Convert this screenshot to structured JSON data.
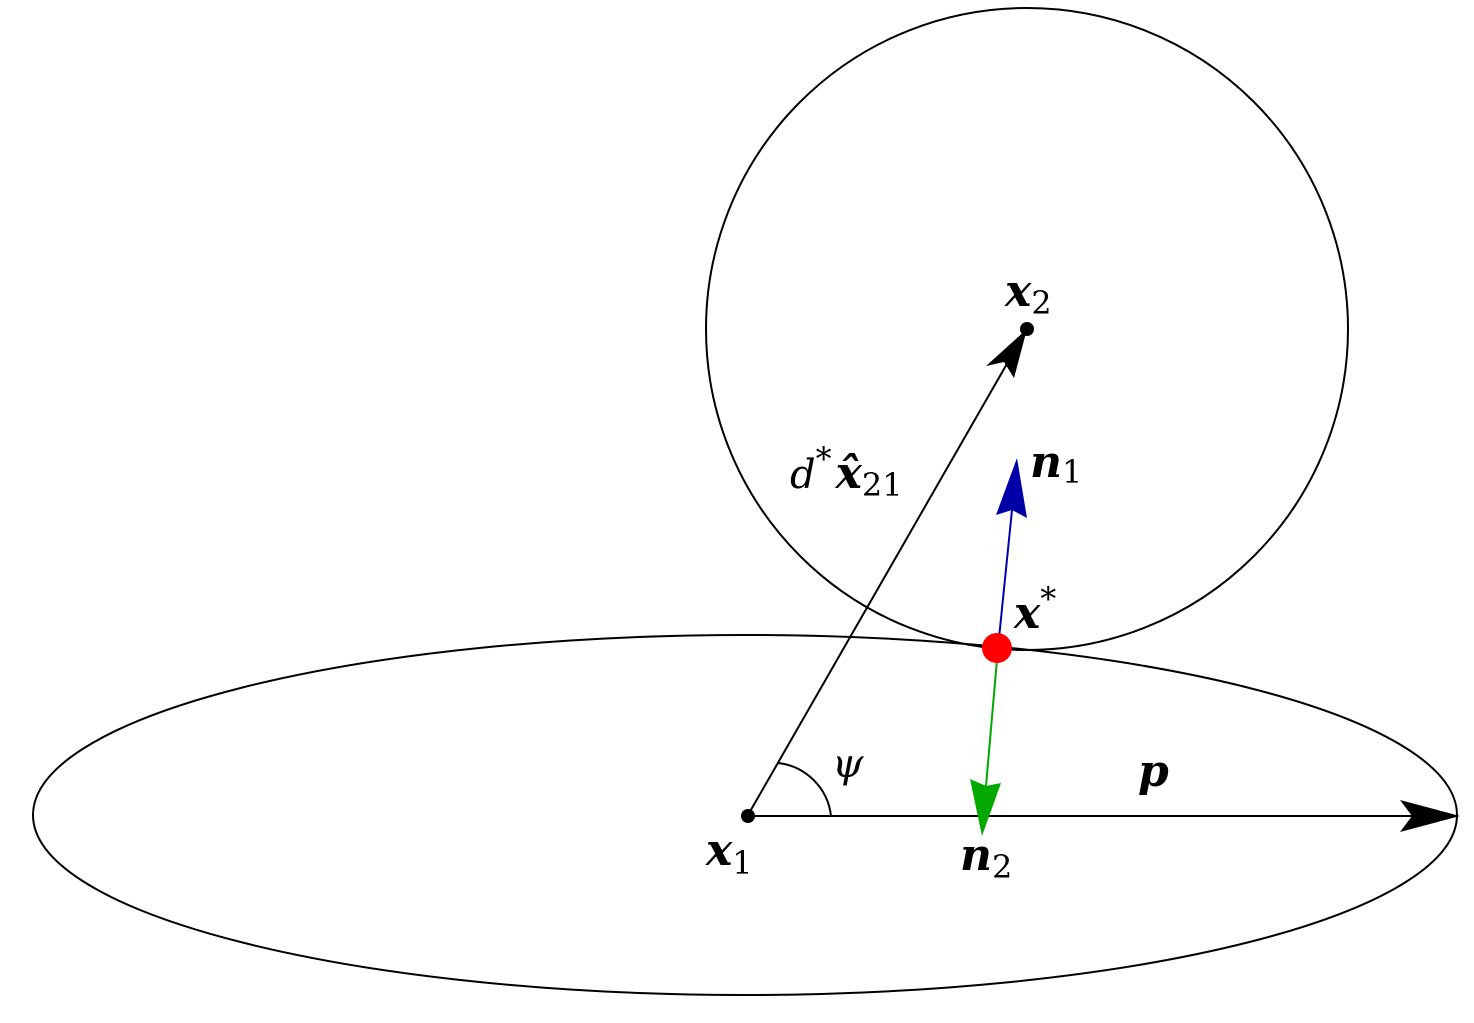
{
  "labels": {
    "x2": {
      "main": "x",
      "sub": "2"
    },
    "x1": {
      "main": "x",
      "sub": "1"
    },
    "n1": {
      "main": "n",
      "sub": "1"
    },
    "n2": {
      "main": "n",
      "sub": "2"
    },
    "xstar": {
      "main": "x",
      "sup": "*"
    },
    "p": "p",
    "psi": "ψ",
    "d_vector": {
      "d": "d",
      "sup": "*",
      "hat": "x̂",
      "sub": "21"
    }
  },
  "colors": {
    "outline": "#000000",
    "normal_n1": "#0000a8",
    "normal_n2": "#00a800",
    "contact_point": "#ff0000"
  }
}
